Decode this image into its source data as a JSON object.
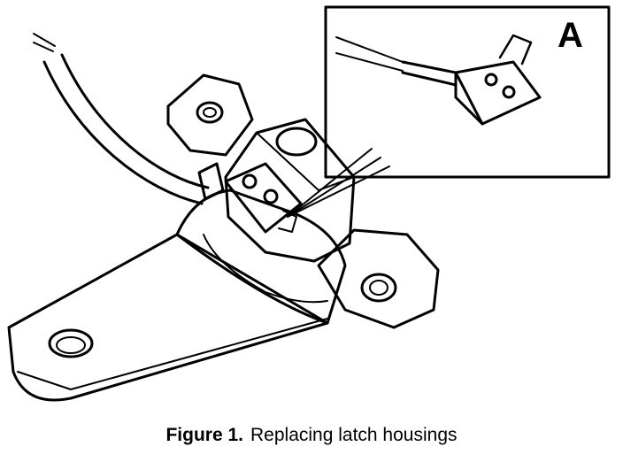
{
  "inset": {
    "label": "A"
  },
  "caption": {
    "figure_number": "Figure 1.",
    "text": "Replacing latch housings"
  },
  "colors": {
    "ink": "#000000",
    "paper": "#ffffff"
  }
}
